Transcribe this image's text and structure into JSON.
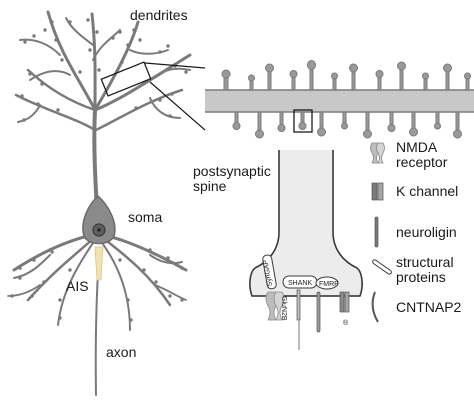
{
  "labels": {
    "dendrites": "dendrites",
    "soma": "soma",
    "ais": "AIS",
    "axon": "axon",
    "postsynaptic_spine": "postsynaptic\nspine"
  },
  "proteins": {
    "syngap": "SynGAP",
    "shank": "SHANK",
    "fmrp": "FMRP",
    "glun2b": "GluN2B",
    "registered": "®"
  },
  "legend": [
    {
      "label": "NMDA\nreceptor",
      "icon": "nmda-receptor-icon"
    },
    {
      "label": "K channel",
      "icon": "k-channel-icon"
    },
    {
      "label": "neuroligin",
      "icon": "neuroligin-icon"
    },
    {
      "label": "structural\nproteins",
      "icon": "structural-proteins-icon"
    },
    {
      "label": "CNTNAP2",
      "icon": "cntnap2-icon"
    }
  ],
  "colors": {
    "neuron_fill": "#c8c8c8",
    "neuron_stroke": "#7a7a7a",
    "soma_fill": "#8a8a8a",
    "ais_fill": "#f2e2b0",
    "spine_fill": "#ececec",
    "outline": "#3a3a3a"
  }
}
